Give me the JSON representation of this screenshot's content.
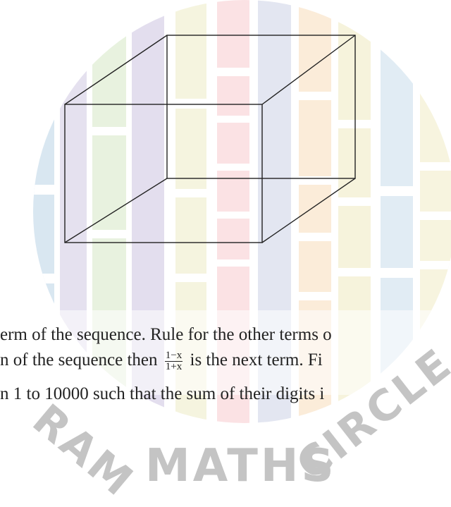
{
  "watermark": {
    "left_letters": "RAM",
    "main_word": "MATHS",
    "right_letters": "CIRCLE",
    "stripe_colors": [
      "#d9e7f1",
      "#e5e1ef",
      "#e8f2df",
      "#e3deee",
      "#f5f4df",
      "#fbe2e4",
      "#e3e6f1",
      "#fbecd9",
      "#f6f3dc",
      "#e1ecf4",
      "#f7f4df"
    ]
  },
  "figure": {
    "type": "wireframe-box",
    "stroke_color": "#222222"
  },
  "text": {
    "line1": "erm of the sequence. Rule for the other terms o",
    "line2_pre": "n of the sequence then",
    "frac_num": "1−x",
    "frac_den": "1+x",
    "line2_post": "is the next term. Fi",
    "line3": "n 1 to 10000 such that the sum of their digits i"
  }
}
